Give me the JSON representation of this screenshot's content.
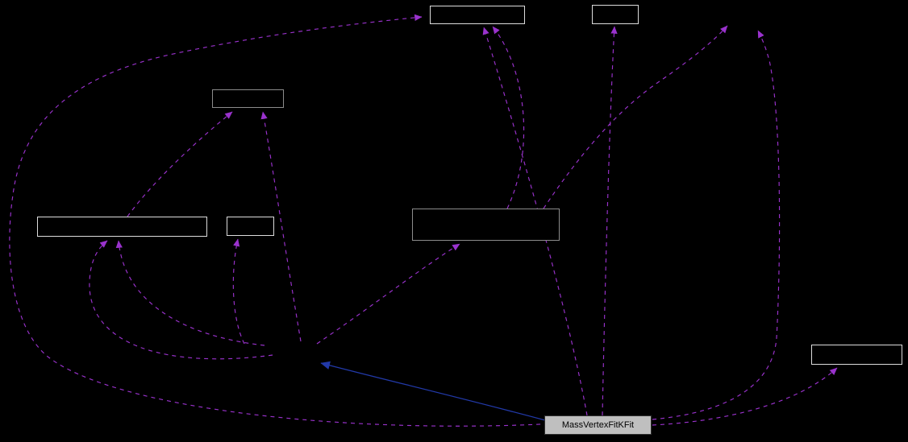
{
  "diagram": {
    "type": "collaboration-graph",
    "selected": {
      "label": "MassVertexFitKFit"
    },
    "nodes": [
      {
        "id": "node-top-center",
        "label": ""
      },
      {
        "id": "node-top-right-small",
        "label": ""
      },
      {
        "id": "node-upper-left",
        "label": ""
      },
      {
        "id": "node-left-wide",
        "label": ""
      },
      {
        "id": "node-left-small",
        "label": ""
      },
      {
        "id": "node-middle",
        "label": ""
      },
      {
        "id": "node-bottom-right",
        "label": ""
      }
    ],
    "colors": {
      "background": "#000000",
      "edge_dashed": "#9a32cd",
      "edge_solid": "#2239a8",
      "node_border_bright": "#dcdcdc",
      "node_border_dim": "#8c8c8c",
      "node_fill": "#000000",
      "selected_fill": "#bfbfbf",
      "selected_border": "#303030",
      "selected_text": "#000000"
    }
  }
}
